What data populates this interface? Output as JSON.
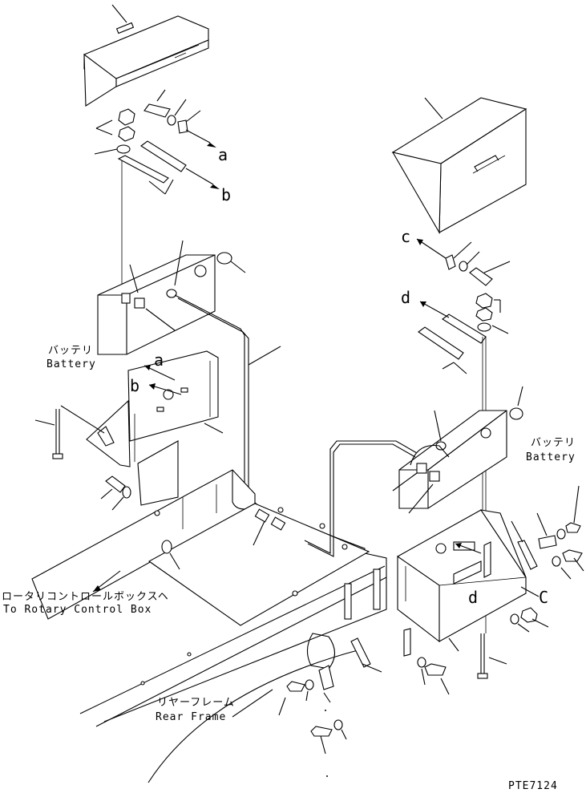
{
  "labels": {
    "battery_left_jp": "バッテリ",
    "battery_left_en": "Battery",
    "battery_right_jp": "バッテリ",
    "battery_right_en": "Battery",
    "rotary_jp": "ロータリコントロールボックスヘ",
    "rotary_en": "To Rotary Control Box",
    "rear_frame_jp": "リヤーフレーム",
    "rear_frame_en": "Rear Frame",
    "drawing_id": "PTE7124"
  },
  "refs": {
    "a_top": "a",
    "b_top": "b",
    "c_top": "c",
    "d_top": "d",
    "a_mid": "a",
    "b_mid": "b",
    "c_low": "C",
    "d_low": "d"
  }
}
